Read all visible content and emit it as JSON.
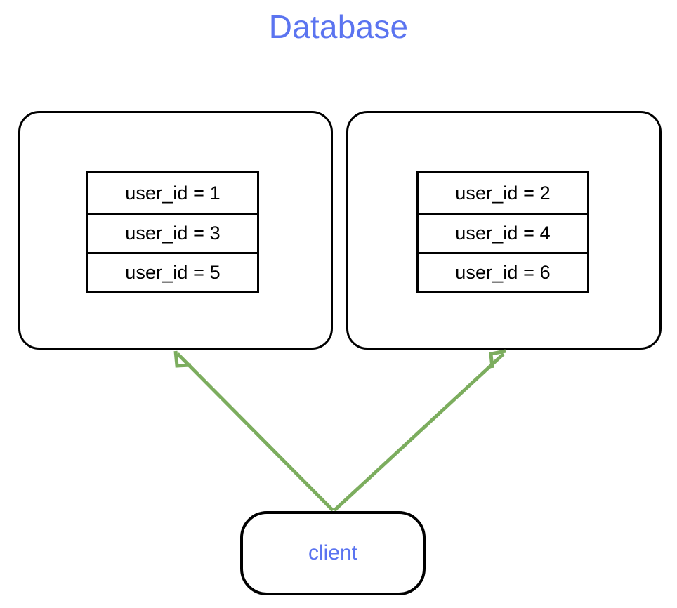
{
  "diagram": {
    "title": "Database",
    "title_color": "#5b74f0",
    "background_color": "#ffffff",
    "stroke_color": "#000000",
    "arrow_color": "#7cad5e"
  },
  "shards": [
    {
      "name": "shard-left",
      "rows": [
        {
          "label": "user_id = 1"
        },
        {
          "label": "user_id = 3"
        },
        {
          "label": "user_id = 5"
        }
      ]
    },
    {
      "name": "shard-right",
      "rows": [
        {
          "label": "user_id = 2"
        },
        {
          "label": "user_id = 4"
        },
        {
          "label": "user_id = 6"
        }
      ]
    }
  ],
  "client": {
    "label": "client",
    "label_color": "#5b74f0"
  },
  "connections": [
    {
      "name": "client-to-shard-left",
      "from": "client",
      "to": "shard-left",
      "color": "#7cad5e"
    },
    {
      "name": "client-to-shard-right",
      "from": "client",
      "to": "shard-right",
      "color": "#7cad5e"
    }
  ]
}
